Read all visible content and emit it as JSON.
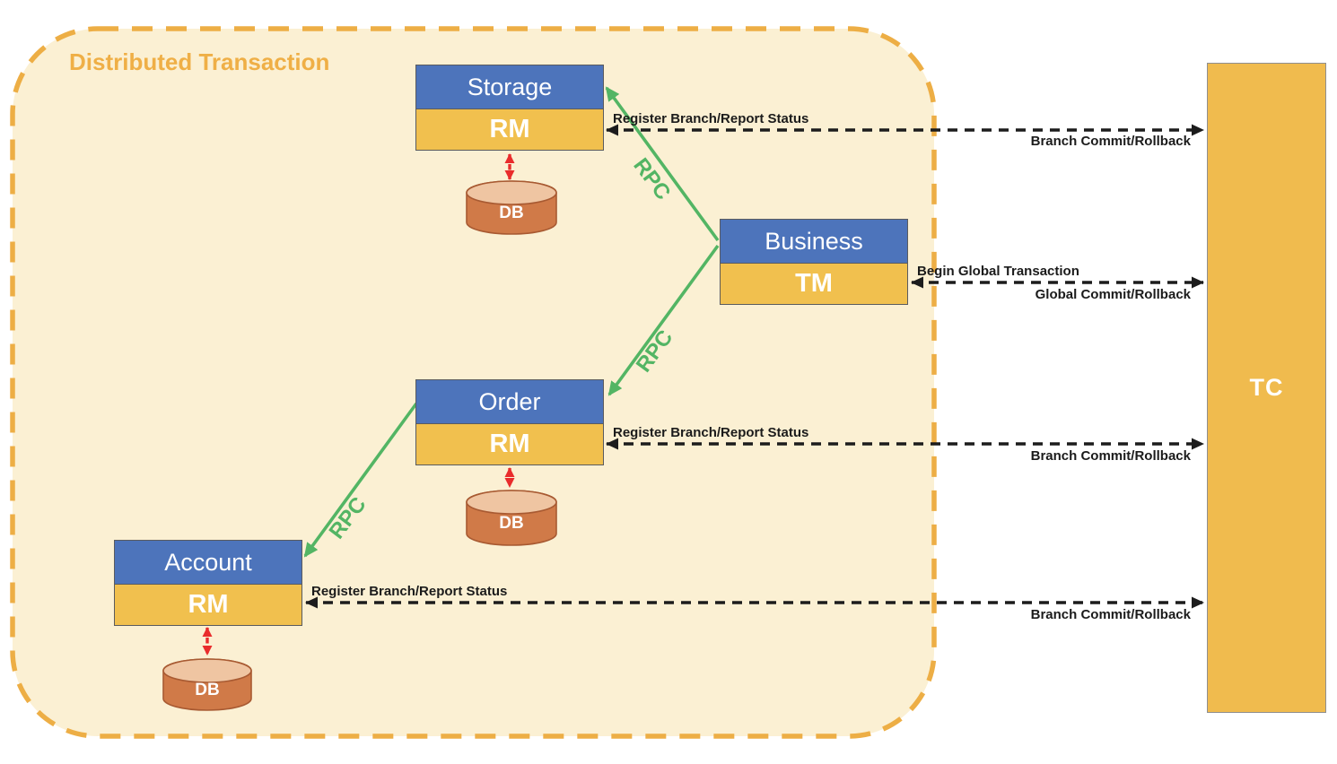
{
  "diagram": {
    "title": "Distributed Transaction",
    "rpc_label": "RPC",
    "coordinator": {
      "label": "TC"
    },
    "services": [
      {
        "name": "Storage",
        "role": "RM",
        "db": "DB"
      },
      {
        "name": "Business",
        "role": "TM"
      },
      {
        "name": "Order",
        "role": "RM",
        "db": "DB"
      },
      {
        "name": "Account",
        "role": "RM",
        "db": "DB"
      }
    ],
    "tc_links": [
      {
        "from": "Storage RM",
        "label_top": "Register Branch/Report Status",
        "label_bottom": "Branch Commit/Rollback"
      },
      {
        "from": "Business TM",
        "label_top": "Begin Global Transaction",
        "label_bottom": "Global Commit/Rollback"
      },
      {
        "from": "Order RM",
        "label_top": "Register Branch/Report Status",
        "label_bottom": "Branch Commit/Rollback"
      },
      {
        "from": "Account RM",
        "label_top": "Register Branch/Report Status",
        "label_bottom": "Branch Commit/Rollback"
      }
    ],
    "colors": {
      "container_fill": "#FBF0D3",
      "container_border": "#EDAE45",
      "title_text": "#EFAF46",
      "service_header_blue": "#4D74BB",
      "service_role_yellow": "#F1C04E",
      "tc_fill": "#F0BB4E",
      "db_body": "#D07A48",
      "db_top": "#EFC5A2",
      "rpc_green": "#53B564",
      "db_link_red": "#E92C2C",
      "tc_link_black": "#1C1C1C"
    }
  }
}
